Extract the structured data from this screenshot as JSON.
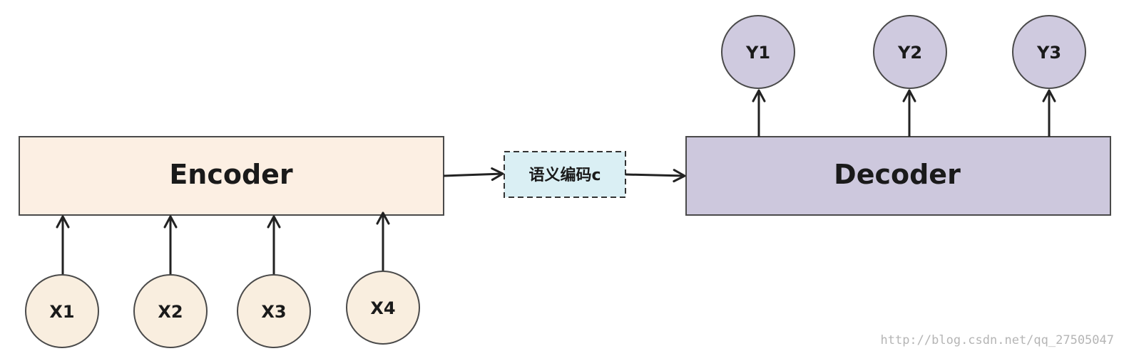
{
  "encoder": {
    "label": "Encoder"
  },
  "decoder": {
    "label": "Decoder"
  },
  "context": {
    "label": "语义编码c"
  },
  "inputs": [
    {
      "label": "X1"
    },
    {
      "label": "X2"
    },
    {
      "label": "X3"
    },
    {
      "label": "X4"
    }
  ],
  "outputs": [
    {
      "label": "Y1"
    },
    {
      "label": "Y2"
    },
    {
      "label": "Y3"
    }
  ],
  "watermark": "http://blog.csdn.net/qq_27505047",
  "colors": {
    "encoder_fill": "#fcefe3",
    "decoder_fill": "#cdc8dd",
    "context_fill": "#daeff4",
    "input_node_fill": "#f9eedf",
    "output_node_fill": "#cfcadf",
    "stroke": "#4a4a4a"
  }
}
